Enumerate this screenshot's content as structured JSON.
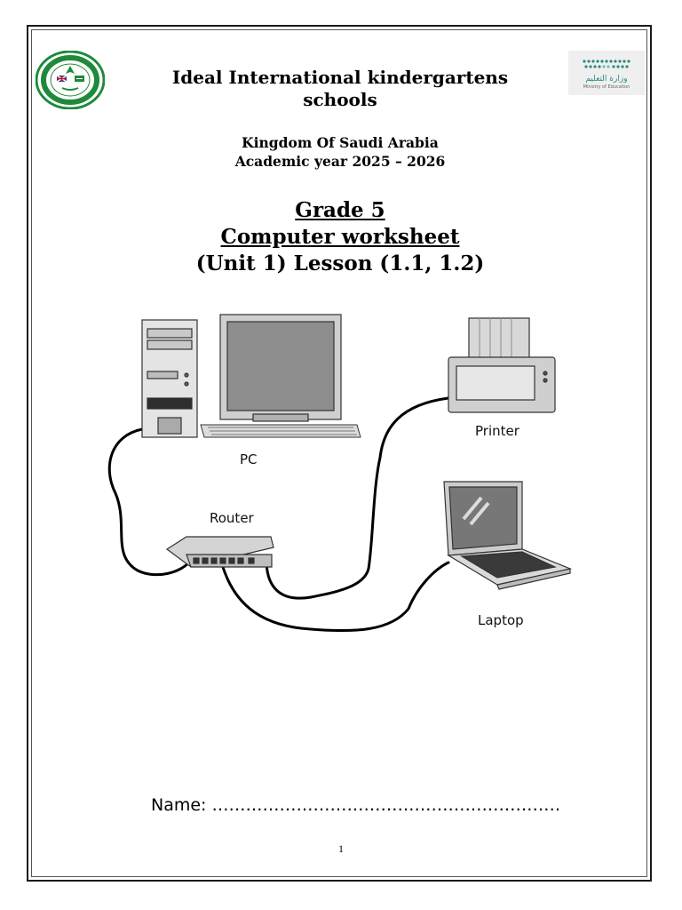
{
  "header": {
    "school_name_line1": "Ideal International kindergartens",
    "school_name_line2": "schools",
    "country": "Kingdom Of Saudi Arabia",
    "academic_year": "Academic year 2025 – 2026"
  },
  "logos": {
    "left": "school-seal",
    "right": "ministry-of-education-logo",
    "right_text_ar": "وزارة التعليم",
    "right_text_en": "Ministry of Education"
  },
  "title": {
    "grade": "Grade 5",
    "subject": "Computer worksheet",
    "lesson": "(Unit 1) Lesson (1.1, 1.2)"
  },
  "diagram": {
    "labels": {
      "pc": "PC",
      "printer": "Printer",
      "router": "Router",
      "laptop": "Laptop"
    }
  },
  "footer": {
    "name_label": "Name: ……………………………………………………………",
    "page_number": "1"
  },
  "colors": {
    "seal_green": "#1e8a3a",
    "ministry_teal": "#2a8a83",
    "frame": "#1a1a1a"
  }
}
